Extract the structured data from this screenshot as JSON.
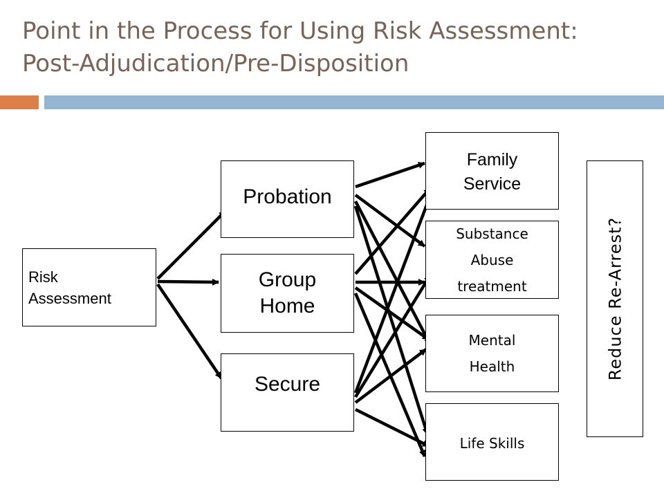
{
  "slide": {
    "title_line1": "Point in the Process for Using Risk Assessment:",
    "title_line2": "Post-Adjudication/Pre-Disposition",
    "accent_colors": {
      "title": "#7a6355",
      "rule_orange": "#dd8047",
      "rule_blue": "#94b6d2"
    }
  },
  "diagram": {
    "start": {
      "line1": "Risk",
      "line2": "Assessment"
    },
    "placements": [
      {
        "id": "prob",
        "line1": "Probation",
        "line2": ""
      },
      {
        "id": "group",
        "line1": "Group",
        "line2": "Home"
      },
      {
        "id": "secure",
        "line1": "Secure",
        "line2": ""
      }
    ],
    "services": [
      {
        "id": "fam",
        "line1": "Family",
        "line2": "Service",
        "line3": ""
      },
      {
        "id": "subs",
        "line1": "Substance",
        "line2": "Abuse",
        "line3": "treatment"
      },
      {
        "id": "mental",
        "line1": "Mental",
        "line2": "Health",
        "line3": ""
      },
      {
        "id": "life",
        "line1": "Life Skills",
        "line2": "",
        "line3": ""
      }
    ],
    "outcome": "Reduce Re-Arrest?",
    "edges": [
      [
        "start",
        "prob"
      ],
      [
        "start",
        "group"
      ],
      [
        "start",
        "secure"
      ],
      [
        "prob",
        "fam"
      ],
      [
        "prob",
        "subs"
      ],
      [
        "prob",
        "mental"
      ],
      [
        "prob",
        "life"
      ],
      [
        "group",
        "fam"
      ],
      [
        "group",
        "subs"
      ],
      [
        "group",
        "mental"
      ],
      [
        "group",
        "life"
      ],
      [
        "secure",
        "fam"
      ],
      [
        "secure",
        "subs"
      ],
      [
        "secure",
        "mental"
      ],
      [
        "secure",
        "life"
      ]
    ]
  }
}
